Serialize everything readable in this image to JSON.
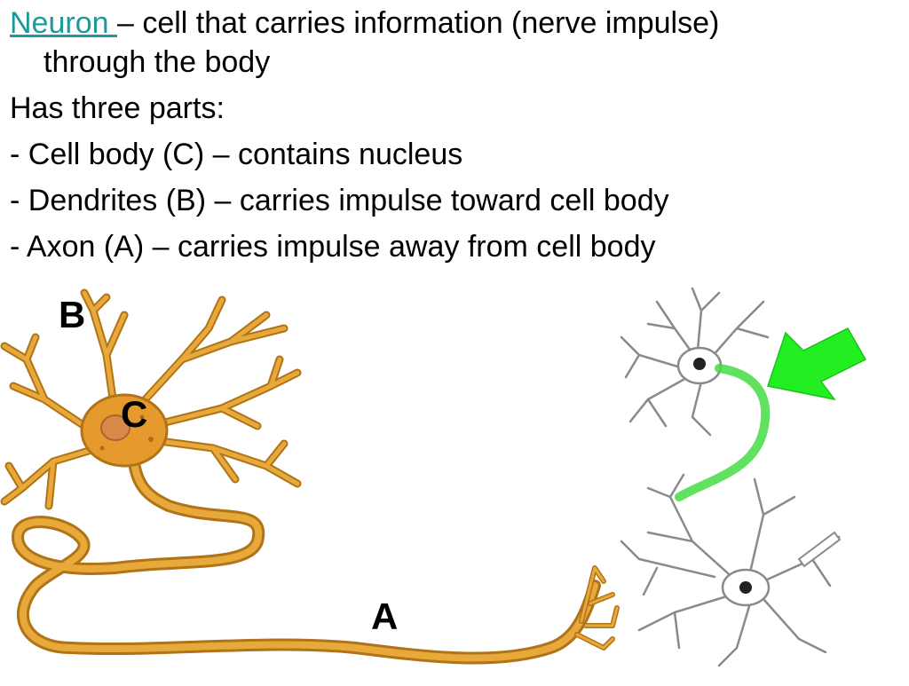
{
  "text": {
    "term": "Neuron ",
    "definition": "– cell that carries information (nerve impulse)",
    "definition_cont": "through the body",
    "intro": "Has three parts:",
    "parts": [
      "- Cell body (C) – contains nucleus",
      "- Dendrites (B) – carries impulse toward cell body",
      "- Axon (A) – carries impulse away from cell body"
    ]
  },
  "figure": {
    "labels": {
      "b": "B",
      "c": "C",
      "a": "A"
    }
  },
  "colors": {
    "term": "#1a9a9a",
    "neuron_fill": "#e8a83a",
    "neuron_stroke": "#b07418",
    "cell_body": "#e69a2e",
    "highlight_axon": "#44dd44",
    "arrow": "#22ee22",
    "sketch": "#8a8a8a"
  }
}
